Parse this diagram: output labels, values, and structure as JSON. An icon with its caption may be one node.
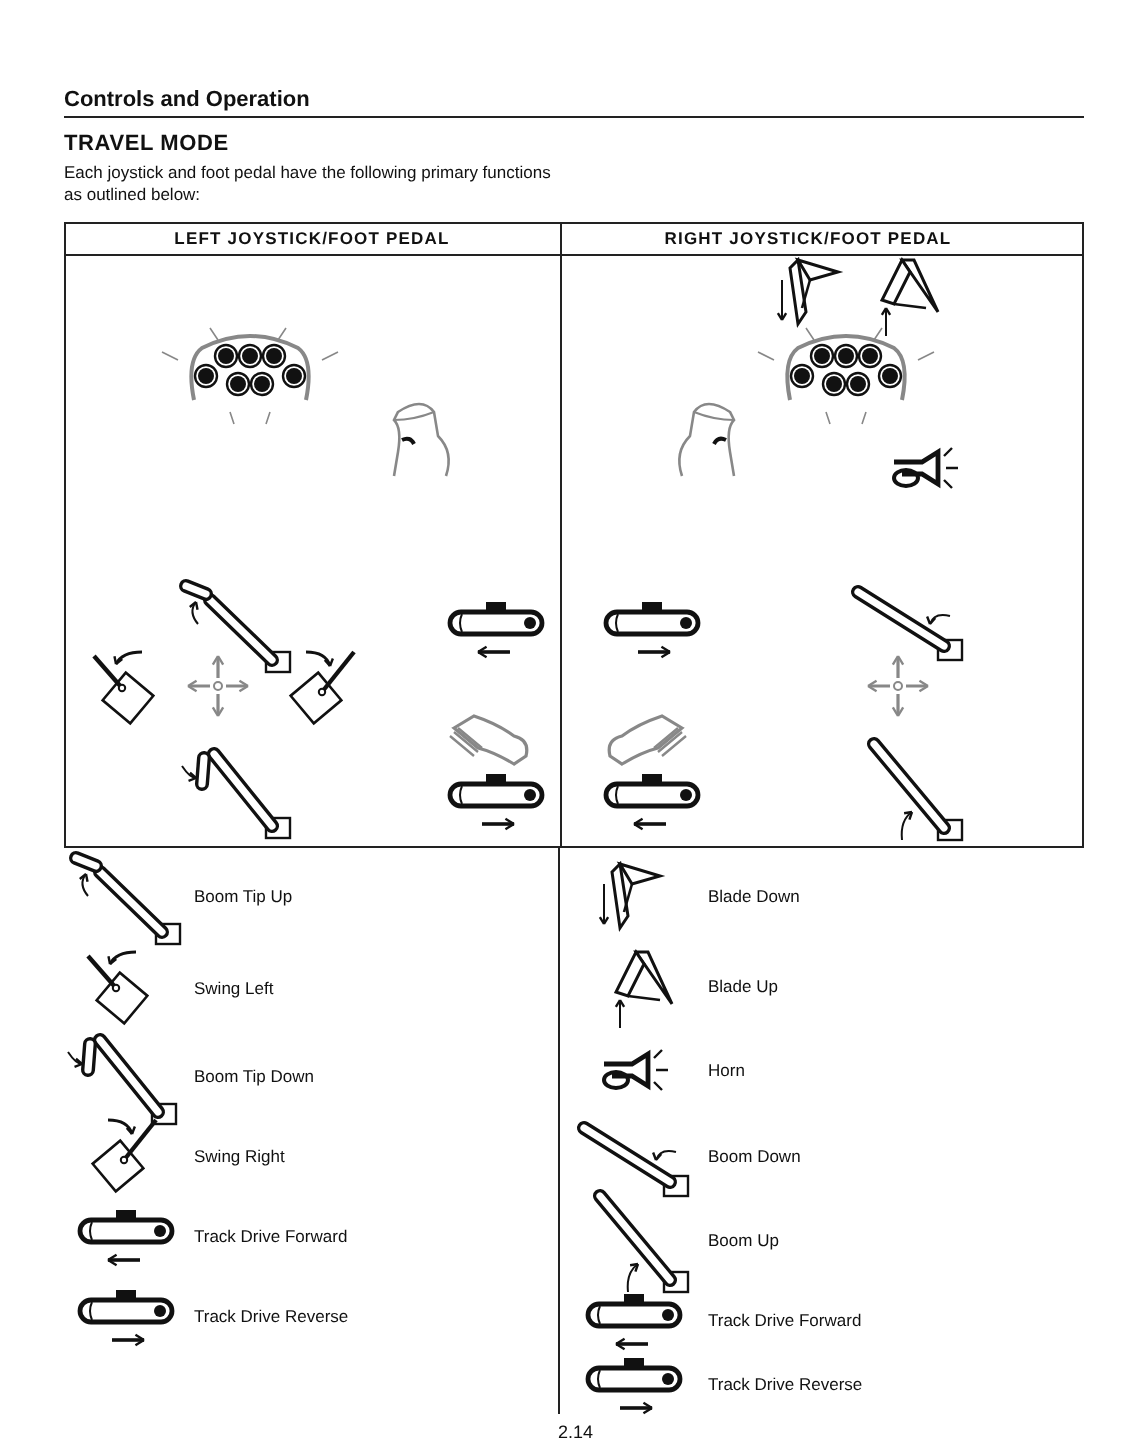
{
  "diagram": {
    "title": "TRAVEL MODE",
    "labels": [
      "Controls and Operation",
      "Each joystick and foot pedal have the following primary functions as outlined below:",
      "LEFT JOYSTICK/FOOT PEDAL",
      "RIGHT JOYSTICK/FOOT PEDAL",
      "2.14"
    ],
    "legend": [
      {
        "text": "Boom Tip Up"
      },
      {
        "text": "Swing Left"
      },
      {
        "text": "Boom Tip Down"
      },
      {
        "text": "Swing Right"
      },
      {
        "text": "Track Drive Forward"
      },
      {
        "text": "Track Drive Reverse"
      },
      {
        "text": "Blade Down"
      },
      {
        "text": "Blade Up"
      },
      {
        "text": "Horn"
      },
      {
        "text": "Boom Down"
      },
      {
        "text": "Boom Up"
      },
      {
        "text": "Track Drive Forward"
      },
      {
        "text": "Track Drive Reverse"
      }
    ]
  }
}
